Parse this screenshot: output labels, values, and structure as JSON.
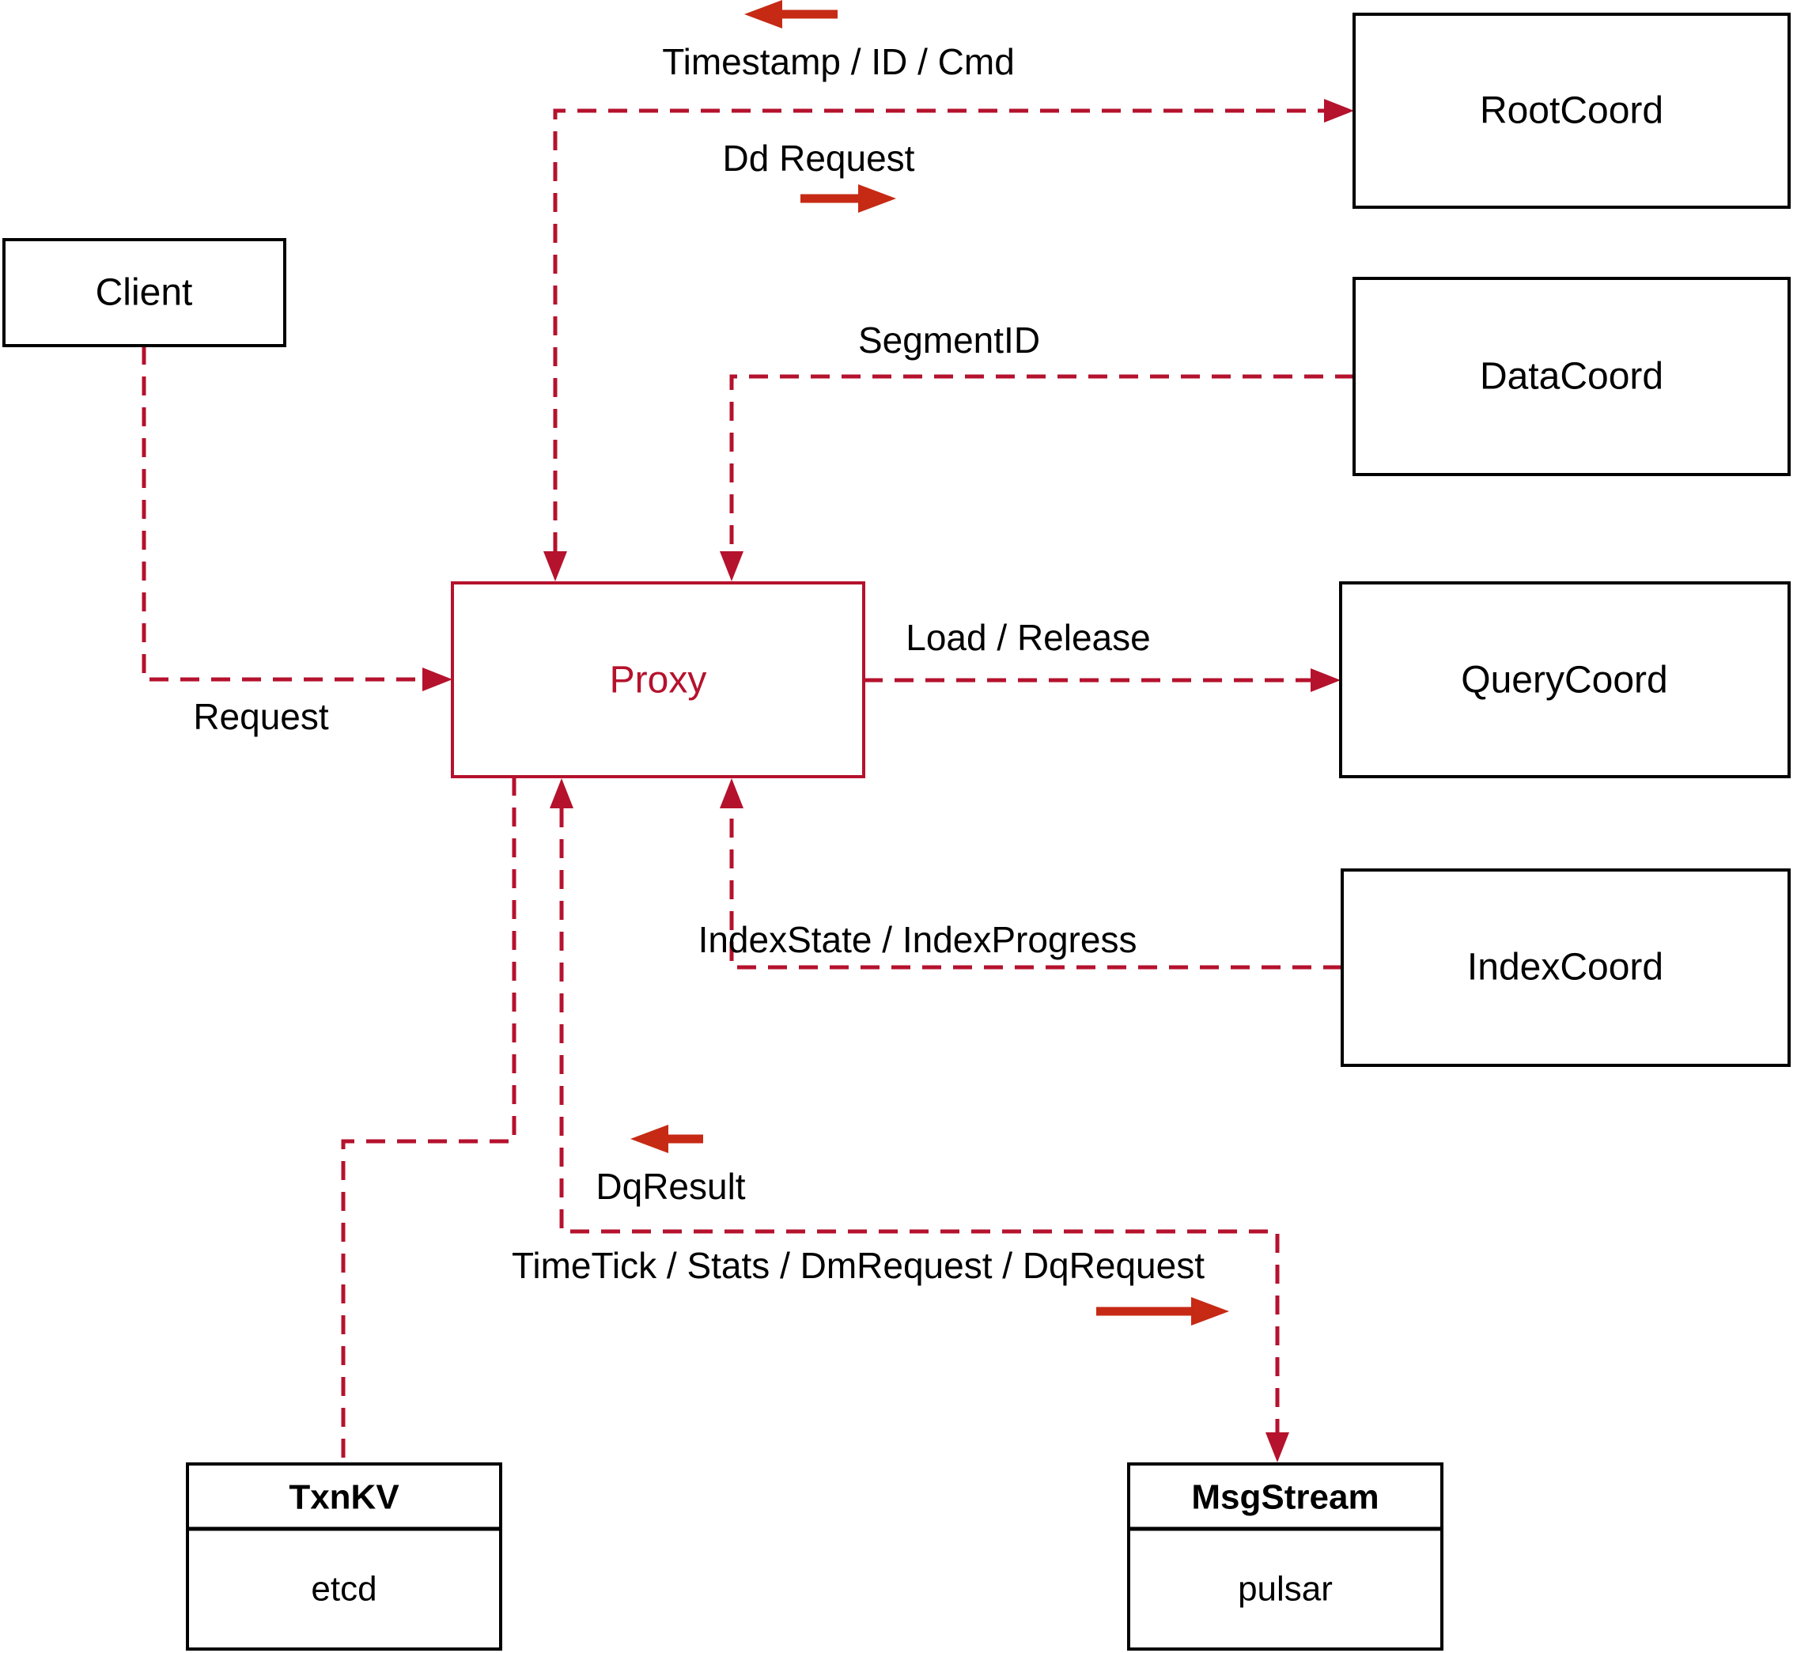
{
  "diagram": {
    "colors": {
      "dashed_line": "#b5122d",
      "proxy_accent": "#b5122d",
      "direction_arrow": "#c62a14",
      "box_border": "#000000",
      "text": "#000000",
      "background": "#ffffff"
    },
    "nodes": {
      "client": {
        "label": "Client"
      },
      "proxy": {
        "label": "Proxy"
      },
      "root_coord": {
        "label": "RootCoord"
      },
      "data_coord": {
        "label": "DataCoord"
      },
      "query_coord": {
        "label": "QueryCoord"
      },
      "index_coord": {
        "label": "IndexCoord"
      },
      "txn_kv": {
        "title": "TxnKV",
        "subtitle": "etcd"
      },
      "msg_stream": {
        "title": "MsgStream",
        "subtitle": "pulsar"
      }
    },
    "edge_labels": {
      "timestamp": "Timestamp / ID / Cmd",
      "dd_request": "Dd Request",
      "segment_id": "SegmentID",
      "load_release": "Load / Release",
      "request": "Request",
      "index_state": "IndexState / IndexProgress",
      "dq_result": "DqResult",
      "time_tick": "TimeTick / Stats / DmRequest / DqRequest"
    }
  }
}
